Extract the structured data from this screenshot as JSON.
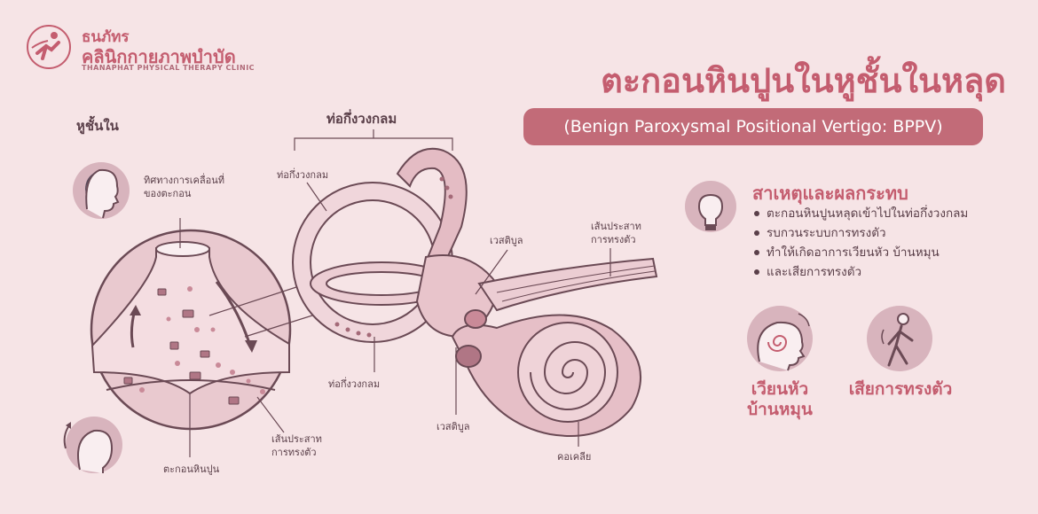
{
  "logo": {
    "name_line1": "ธนภัทร",
    "name_line2": "คลินิกกายภาพบำบัด",
    "name_en": "THANAPHAT PHYSICAL THERAPY CLINIC"
  },
  "title": "ตะกอนหินปูนในหูชั้นในหลุด",
  "subtitle": "(Benign Paroxysmal Positional Vertigo: BPPV)",
  "diagram": {
    "inner_ear_heading": "หูชั้นใน",
    "canal_heading": "ท่อกึ่งวงกลม",
    "movement_direction": [
      "ทิศทางการเคลื่อนที่",
      "ของตะกอน"
    ],
    "otoconia": "ตะกอนหินปูน",
    "balance_nerve_left": [
      "เส้นประสาท",
      "การทรงตัว"
    ],
    "canal_top": "ท่อกึ่งวงกลม",
    "canal_bottom": "ท่อกึ่งวงกลม",
    "vestibule_top": "เวสติบูล",
    "vestibule_bottom": "เวสติบูล",
    "balance_nerve_right": [
      "เส้นประสาท",
      "การทรงตัว"
    ],
    "cochlea": "คอเคลีย"
  },
  "causes": {
    "heading": "สาเหตุและผลกระทบ",
    "items": [
      "ตะกอนหินปูนหลุดเข้าไปในท่อกึ่งวงกลม",
      "รบกวนระบบการทรงตัว",
      "ทำให้เกิดอาการเวียนหัว บ้านหมุน",
      "และเสียการทรงตัว"
    ]
  },
  "symptoms": {
    "dizziness": [
      "เวียนหัว",
      "บ้านหมุน"
    ],
    "imbalance": "เสียการทรงตัว"
  },
  "colors": {
    "background": "#f6e4e6",
    "accent": "#c45d6f",
    "pill": "#c26b78",
    "tissue": "#e9c9cf",
    "outline": "#6b4a55"
  },
  "icons": [
    "runner-logo-icon",
    "lightbulb-icon",
    "spiral-head-icon",
    "walking-person-icon",
    "head-profile-icon",
    "head-tilt-icon"
  ]
}
